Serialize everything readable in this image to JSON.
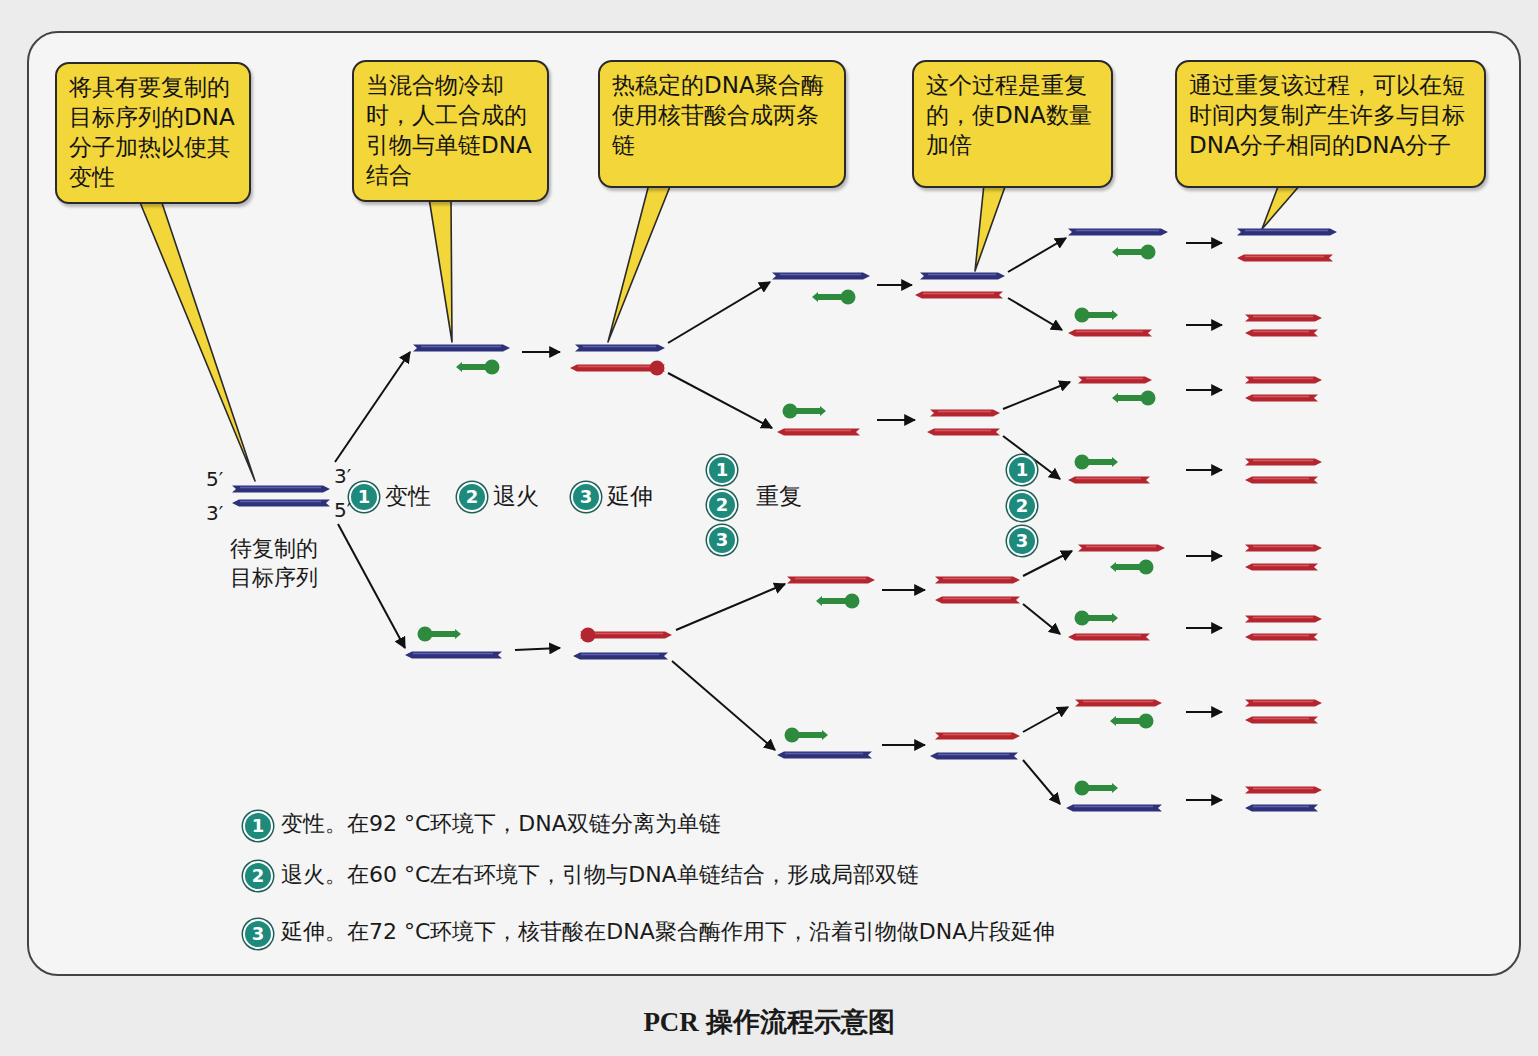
{
  "diagram": {
    "caption": "PCR 操作流程示意图",
    "nodes": [
      {
        "text": [
          "将具有要复制的目标序列的DNA分子加热以使其变性"
        ]
      },
      {
        "text": [
          "当混合物冷却时，人工合成的引物与单链DNA结合"
        ]
      },
      {
        "text": [
          "热稳定的DNA聚合酶使用核苷酸合成两条链"
        ]
      },
      {
        "text": [
          "这个过程是重复的，使DNA数量加倍"
        ]
      },
      {
        "text": [
          "通过重复该过程，可以在短时间内复制产生许多与目标DNA分子相同的DNA分子"
        ]
      },
      {
        "text": [
          "1"
        ]
      },
      {
        "text": [
          "2"
        ]
      },
      {
        "text": [
          "3"
        ]
      },
      {
        "text": [
          "1"
        ]
      },
      {
        "text": [
          "2"
        ]
      },
      {
        "text": [
          "3"
        ]
      },
      {
        "text": [
          "1"
        ]
      },
      {
        "text": [
          "2"
        ]
      },
      {
        "text": [
          "3"
        ]
      },
      {
        "text": [
          "1"
        ]
      },
      {
        "text": [
          "2"
        ]
      },
      {
        "text": [
          "3"
        ]
      }
    ],
    "labels": [
      "5′",
      "3′",
      "3′",
      "5′",
      "待复制的目标序列",
      "变性",
      "退火",
      "延伸",
      "重复",
      "变性。在92 °C环境下，DNA双链分离为单链",
      "退火。在60 °C左右环境下，引物与DNA单链结合，形成局部双链",
      "延伸。在72 °C环境下，核苷酸在DNA聚合酶作用下，沿着引物做DNA片段延伸"
    ]
  }
}
